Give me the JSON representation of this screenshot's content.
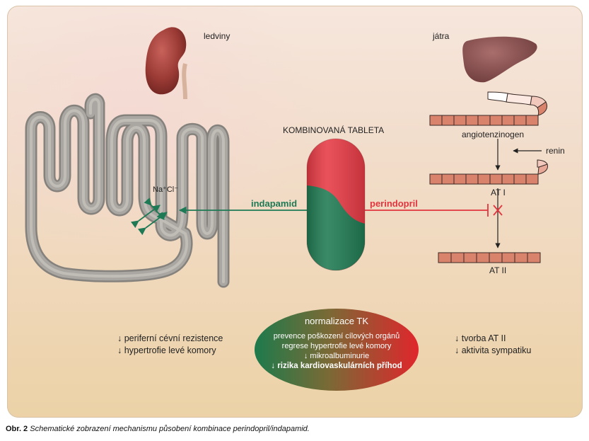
{
  "labels": {
    "kidney": "ledviny",
    "liver": "játra",
    "tablet": "KOMBINOVANÁ TABLETA",
    "ion": "Na⁺Cl⁻",
    "angiotensinogen": "angiotenzinogen",
    "renin": "renin",
    "at1": "AT I",
    "at2": "AT II"
  },
  "drugs": {
    "left": "indapamid",
    "right": "perindopril"
  },
  "effects_left": [
    "↓ periferní cévní rezistence",
    "↓ hypertrofie levé komory"
  ],
  "effects_right": [
    "↓ tvorba AT II",
    "↓ aktivita sympatiku"
  ],
  "oval": {
    "title": "normalizace TK",
    "lines": [
      "prevence poškození cílových orgánů",
      "regrese hypertrofie levé komory",
      "↓ mikroalbuminurie"
    ],
    "bold_line": "↓ rizika kardiovaskulárních příhod"
  },
  "caption": {
    "label": "Obr. 2",
    "text": "Schematické zobrazení mechanismu působení kombinace perindopril/indapamid."
  },
  "colors": {
    "green": "#1e7a55",
    "red": "#e0353f",
    "segment": "#d9826c",
    "tubule": "#a09d98"
  }
}
